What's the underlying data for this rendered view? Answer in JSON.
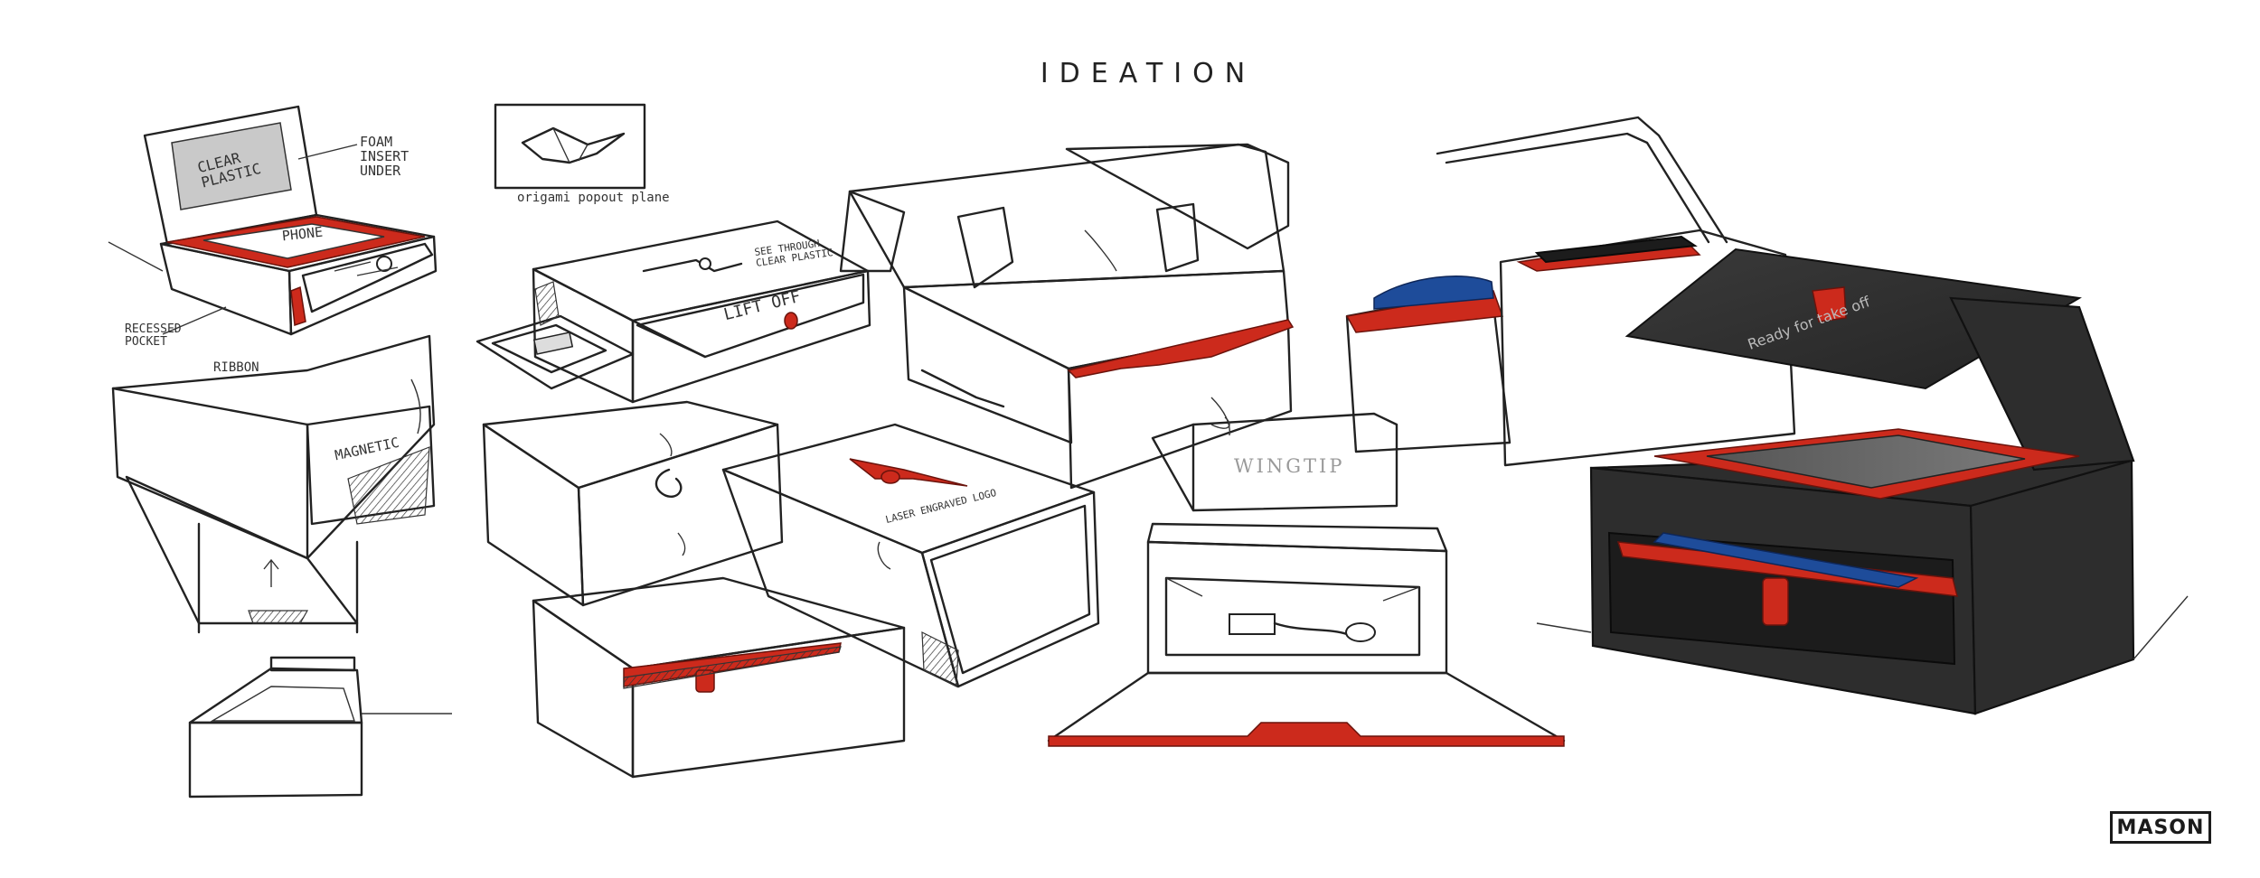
{
  "title": "IDEATION",
  "brand_logo": "MASON",
  "colors": {
    "accent_red": "#cc2a1c",
    "box_dark": "#2d2d2d",
    "insert_blue": "#1e4c9a",
    "line": "#222222"
  },
  "annotations": {
    "clear_plastic": "CLEAR\nPLASTIC",
    "foam_insert": "FOAM\nINSERT\nUNDER",
    "phone": "PHONE",
    "recessed_pocket": "RECESSED\nPOCKET",
    "ribbon": "RIBBON",
    "origami_plane": "origami popout plane",
    "see_through": "SEE THROUGH\nCLEAR PLASTIC",
    "lift_off": "LIFT OFF",
    "magnetic": "MAGNETIC",
    "laser_logo": "LASER ENGRAVED LOGO",
    "wingtip": "WINGTIP",
    "ready": "Ready for take off"
  }
}
